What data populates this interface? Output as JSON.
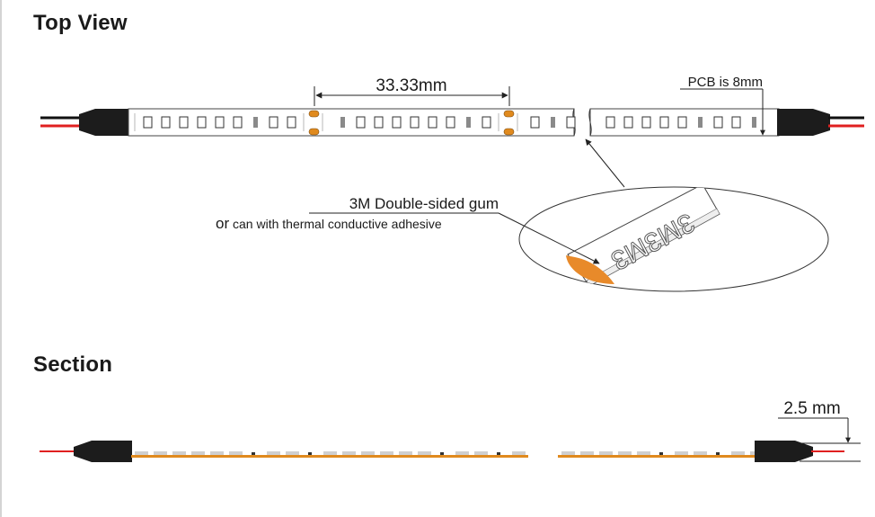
{
  "top_view": {
    "title": "Top View",
    "dimension_pitch": "33.33mm",
    "pcb_label": "PCB is 8mm",
    "adhesive_label": "3M Double-sided gum",
    "adhesive_note": "or can with thermal conductive adhesive",
    "tape_print": "3M3M3",
    "led_marker_pattern": "SSSSSSLSSLSSSSSSLSSLSSSSSSLSSLSS"
  },
  "section_view": {
    "title": "Section",
    "thickness_label": "2.5 mm"
  },
  "colors": {
    "wire_red": "#e02020",
    "wire_black": "#111111",
    "connector": "#1c1c1c",
    "pcb_edge": "#444444",
    "led_outline": "#333333",
    "led_marker": "#8a8a8a",
    "copper_pad": "#e08a1e",
    "pcb_section": "#e08a1e",
    "tape_backing": "#e88a2a",
    "led_section": "#cfcfcf"
  },
  "icons": [
    "cut-line-icon",
    "magnifier-callout-icon"
  ]
}
